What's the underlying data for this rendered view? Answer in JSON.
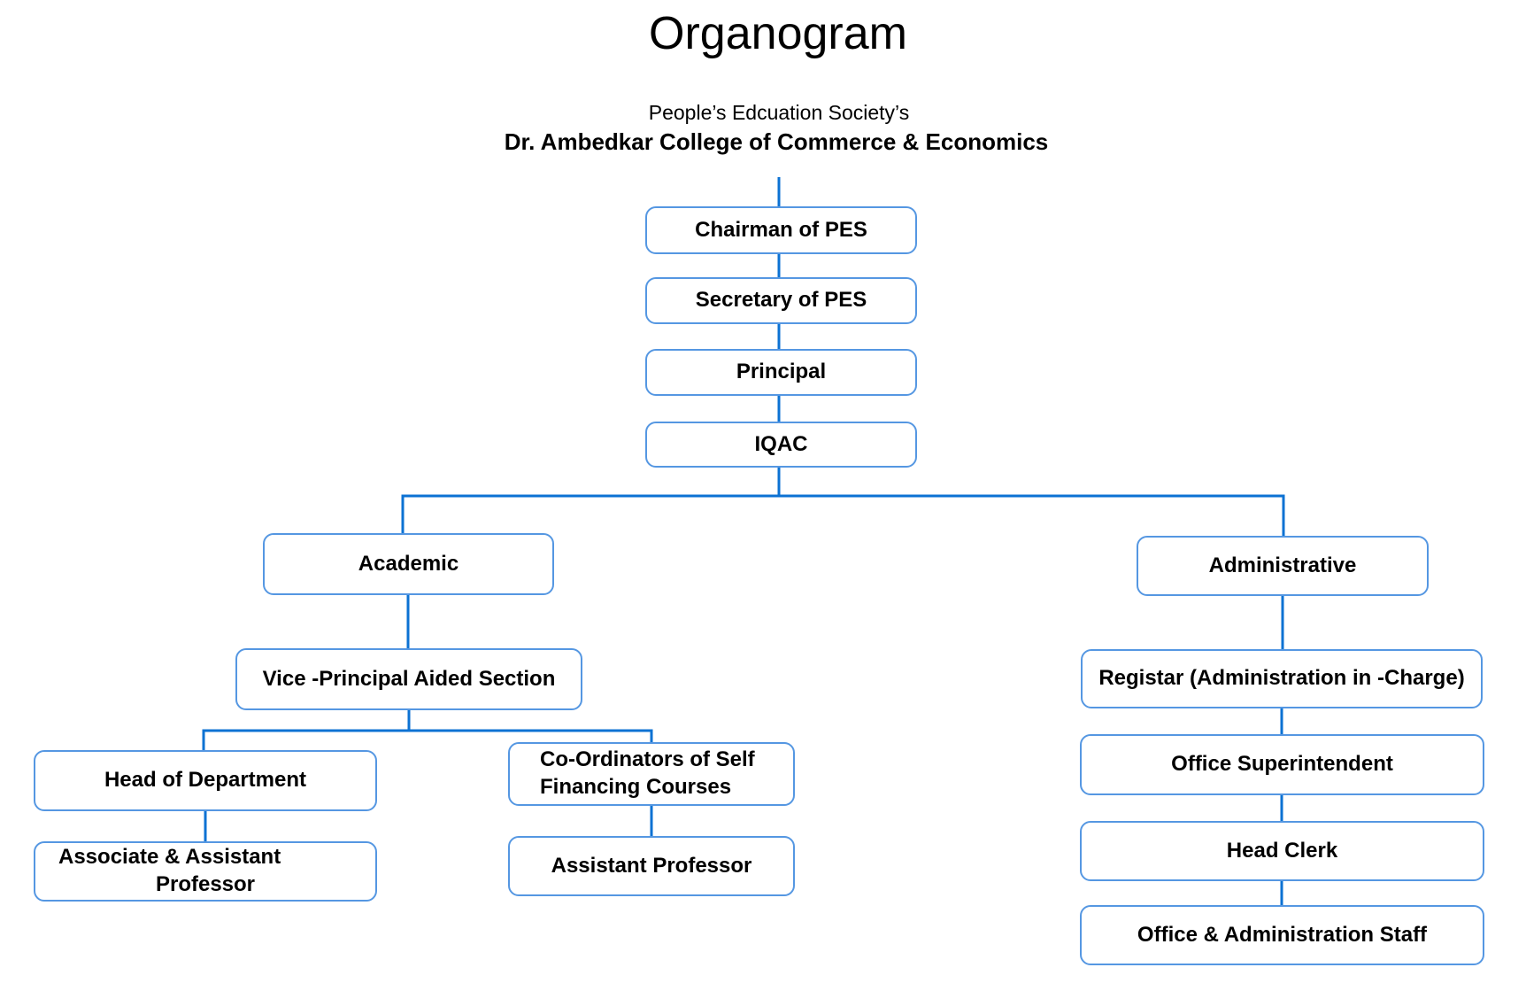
{
  "title": "Organogram",
  "subtitle": "People’s Edcuation Society’s",
  "organization": "Dr. Ambedkar College of Commerce & Economics",
  "colors": {
    "background": "#ffffff",
    "box_border": "#5597e2",
    "connector_line": "#0c72d3",
    "text": "#000000"
  },
  "nodes": {
    "chairman": {
      "label": "Chairman of PES"
    },
    "secretary": {
      "label": "Secretary of PES"
    },
    "principal": {
      "label": "Principal"
    },
    "iqac": {
      "label": "IQAC"
    },
    "academic": {
      "label": "Academic"
    },
    "administrative": {
      "label": "Administrative"
    },
    "vice_principal": {
      "label": "Vice -Principal Aided Section"
    },
    "hod": {
      "label": "Head of Department"
    },
    "coordinators": {
      "line1": "Co-Ordinators of Self",
      "line2": "Financing Courses"
    },
    "associate": {
      "line1": "Associate & Assistant",
      "line2": "Professor"
    },
    "assistant_professor": {
      "label": "Assistant Professor"
    },
    "registrar": {
      "label": "Registar (Administration in -Charge)"
    },
    "office_superintendent": {
      "label": "Office Superintendent"
    },
    "head_clerk": {
      "label": "Head Clerk"
    },
    "office_admin_staff": {
      "label": "Office & Administration Staff"
    }
  },
  "edges": [
    [
      "chairman",
      "secretary"
    ],
    [
      "secretary",
      "principal"
    ],
    [
      "principal",
      "iqac"
    ],
    [
      "iqac",
      "academic"
    ],
    [
      "iqac",
      "administrative"
    ],
    [
      "academic",
      "vice_principal"
    ],
    [
      "vice_principal",
      "hod"
    ],
    [
      "vice_principal",
      "coordinators"
    ],
    [
      "hod",
      "associate"
    ],
    [
      "coordinators",
      "assistant_professor"
    ],
    [
      "administrative",
      "registrar"
    ],
    [
      "registrar",
      "office_superintendent"
    ],
    [
      "office_superintendent",
      "head_clerk"
    ],
    [
      "head_clerk",
      "office_admin_staff"
    ]
  ]
}
